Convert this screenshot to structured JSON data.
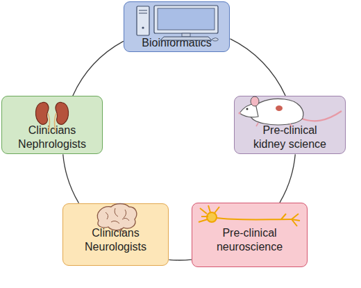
{
  "diagram": {
    "nodes": [
      {
        "text": [
          "Bioinformatics"
        ]
      },
      {
        "text": [
          "Pre-clinical kidney science"
        ]
      },
      {
        "text": [
          "Pre-clinical neuroscience"
        ]
      },
      {
        "text": [
          "Clinicians Neurologists"
        ]
      },
      {
        "text": [
          "Clinicians Nephrologists"
        ]
      }
    ],
    "edges": [
      {
        "from": 0,
        "to": 1,
        "arrow": "none"
      },
      {
        "from": 1,
        "to": 2,
        "arrow": "none"
      },
      {
        "from": 2,
        "to": 3,
        "arrow": "none"
      },
      {
        "from": 3,
        "to": 4,
        "arrow": "none"
      },
      {
        "from": 4,
        "to": 0,
        "arrow": "none"
      }
    ]
  }
}
